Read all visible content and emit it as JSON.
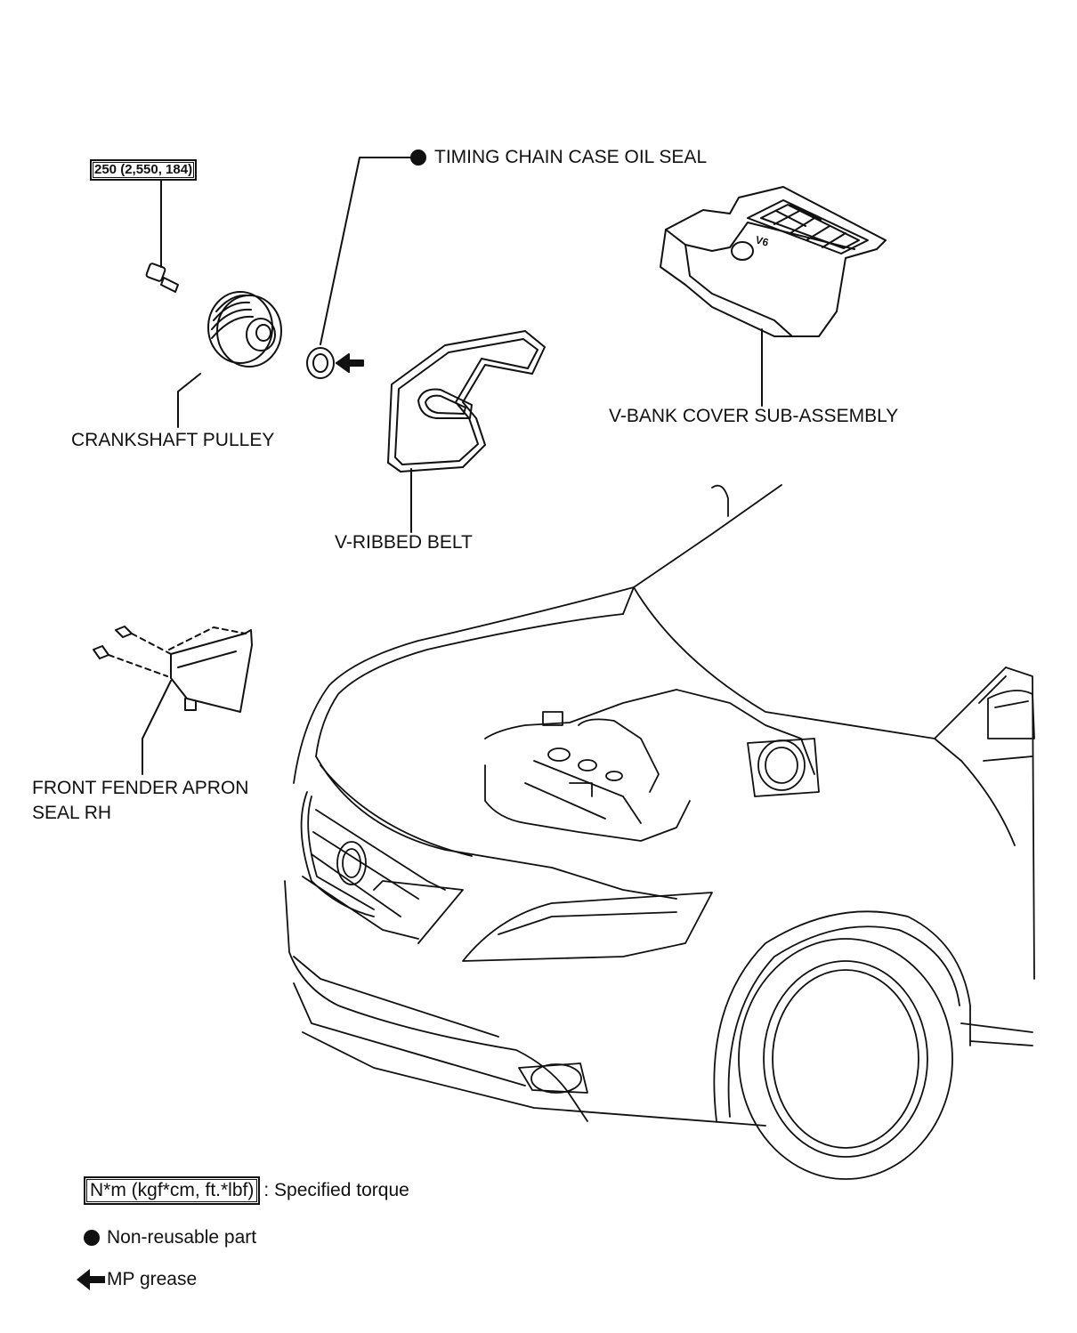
{
  "labels": {
    "timing_chain_seal": "TIMING CHAIN CASE OIL SEAL",
    "crankshaft_pulley": "CRANKSHAFT PULLEY",
    "v_ribbed_belt": "V-RIBBED BELT",
    "v_bank_cover": "V-BANK COVER SUB-ASSEMBLY",
    "fender_apron_line1": "FRONT FENDER APRON",
    "fender_apron_line2": "SEAL RH",
    "torque_value": "250 (2,550, 184)",
    "engine_badge": "V6"
  },
  "legend": {
    "torque_unit": "N*m (kgf*cm, ft.*lbf)",
    "torque_desc": ": Specified torque",
    "non_reusable": "Non-reusable part",
    "mp_grease": "MP grease"
  },
  "icons": {
    "non_reusable": "filled-circle-icon",
    "mp_grease": "left-arrow-icon"
  },
  "colors": {
    "ink": "#111111",
    "background": "#ffffff"
  }
}
